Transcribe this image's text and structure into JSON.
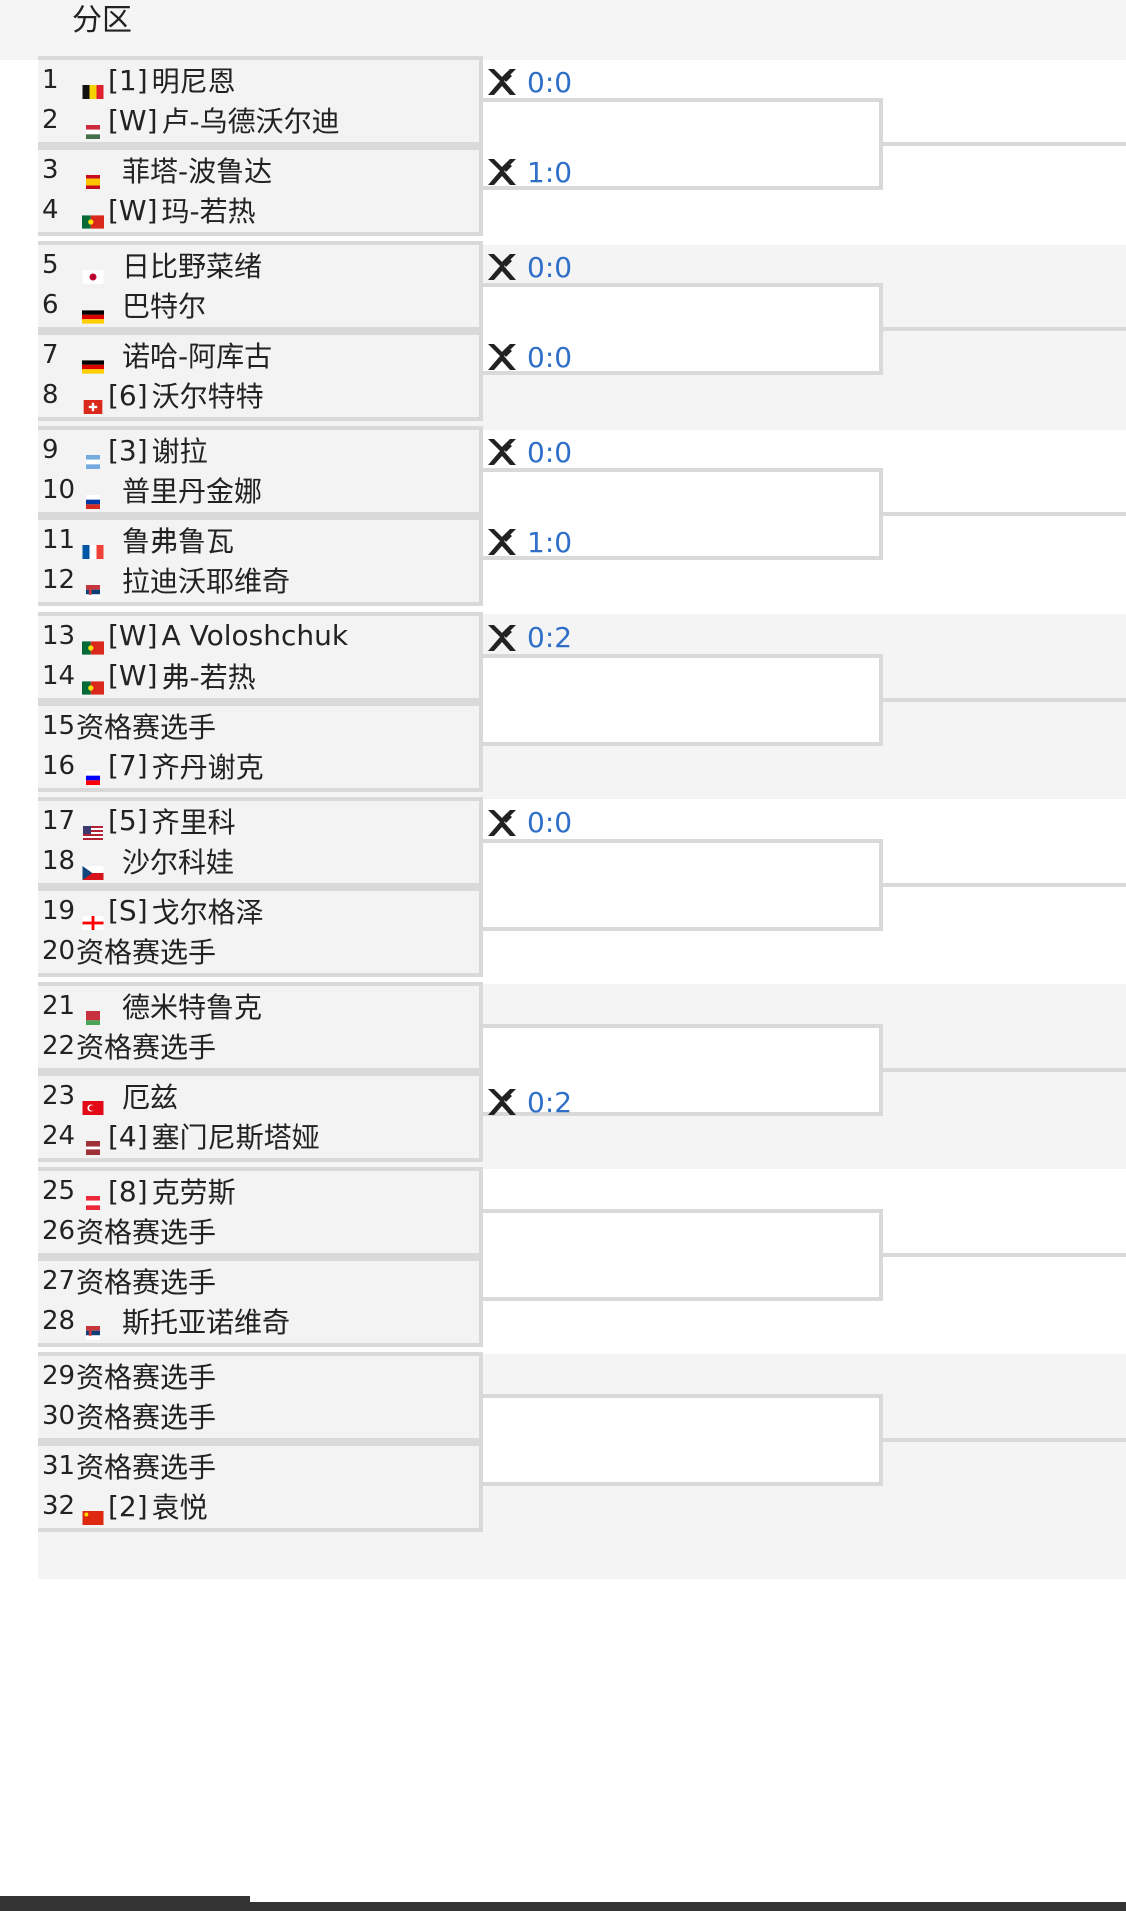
{
  "header": {
    "title": "分区"
  },
  "colors": {
    "score_blue": "#2f6fc8",
    "border_gray": "#d9d9d9",
    "band_gray": "#f4f4f4"
  },
  "players": [
    {
      "num": "1",
      "flag": "belgium",
      "seed": "[1]",
      "name": "明尼恩"
    },
    {
      "num": "2",
      "flag": "hungary",
      "seed": "[W]",
      "name": "卢-乌德沃尔迪"
    },
    {
      "num": "3",
      "flag": "spain",
      "seed": "",
      "name": "菲塔-波鲁达"
    },
    {
      "num": "4",
      "flag": "portugal",
      "seed": "[W]",
      "name": "玛-若热"
    },
    {
      "num": "5",
      "flag": "japan",
      "seed": "",
      "name": "日比野菜绪"
    },
    {
      "num": "6",
      "flag": "germany",
      "seed": "",
      "name": "巴特尔"
    },
    {
      "num": "7",
      "flag": "germany",
      "seed": "",
      "name": "诺哈-阿库古"
    },
    {
      "num": "8",
      "flag": "switzerland",
      "seed": "[6]",
      "name": "沃尔特特"
    },
    {
      "num": "9",
      "flag": "argentina",
      "seed": "[3]",
      "name": "谢拉"
    },
    {
      "num": "10",
      "flag": "russia",
      "seed": "",
      "name": "普里丹金娜"
    },
    {
      "num": "11",
      "flag": "france",
      "seed": "",
      "name": "鲁弗鲁瓦"
    },
    {
      "num": "12",
      "flag": "serbia",
      "seed": "",
      "name": "拉迪沃耶维奇"
    },
    {
      "num": "13",
      "flag": "portugal",
      "seed": "[W]",
      "name": "A Voloshchuk"
    },
    {
      "num": "14",
      "flag": "portugal",
      "seed": "[W]",
      "name": "弗-若热"
    },
    {
      "num": "15",
      "flag": "",
      "seed": "",
      "name": "资格赛选手"
    },
    {
      "num": "16",
      "flag": "slovenia",
      "seed": "[7]",
      "name": "齐丹谢克"
    },
    {
      "num": "17",
      "flag": "usa",
      "seed": "[5]",
      "name": "齐里科"
    },
    {
      "num": "18",
      "flag": "czech",
      "seed": "",
      "name": "沙尔科娃"
    },
    {
      "num": "19",
      "flag": "georgia",
      "seed": "[S]",
      "name": "戈尔格泽"
    },
    {
      "num": "20",
      "flag": "",
      "seed": "",
      "name": "资格赛选手"
    },
    {
      "num": "21",
      "flag": "belarus",
      "seed": "",
      "name": "德米特鲁克"
    },
    {
      "num": "22",
      "flag": "",
      "seed": "",
      "name": "资格赛选手"
    },
    {
      "num": "23",
      "flag": "turkey",
      "seed": "",
      "name": "厄兹"
    },
    {
      "num": "24",
      "flag": "latvia",
      "seed": "[4]",
      "name": "塞门尼斯塔娅"
    },
    {
      "num": "25",
      "flag": "austria",
      "seed": "[8]",
      "name": "克劳斯"
    },
    {
      "num": "26",
      "flag": "",
      "seed": "",
      "name": "资格赛选手"
    },
    {
      "num": "27",
      "flag": "",
      "seed": "",
      "name": "资格赛选手"
    },
    {
      "num": "28",
      "flag": "serbia",
      "seed": "",
      "name": "斯托亚诺维奇"
    },
    {
      "num": "29",
      "flag": "",
      "seed": "",
      "name": "资格赛选手"
    },
    {
      "num": "30",
      "flag": "",
      "seed": "",
      "name": "资格赛选手"
    },
    {
      "num": "31",
      "flag": "",
      "seed": "",
      "name": "资格赛选手"
    },
    {
      "num": "32",
      "flag": "china",
      "seed": "[2]",
      "name": "袁悦"
    }
  ],
  "scores": [
    {
      "match": 1,
      "text": "0:0"
    },
    {
      "match": 2,
      "text": "1:0"
    },
    {
      "match": 3,
      "text": "0:0"
    },
    {
      "match": 4,
      "text": "0:0"
    },
    {
      "match": 5,
      "text": "0:0"
    },
    {
      "match": 6,
      "text": "1:0"
    },
    {
      "match": 7,
      "text": "0:2"
    },
    {
      "match": 9,
      "text": "0:0"
    },
    {
      "match": 12,
      "text": "0:2"
    }
  ]
}
